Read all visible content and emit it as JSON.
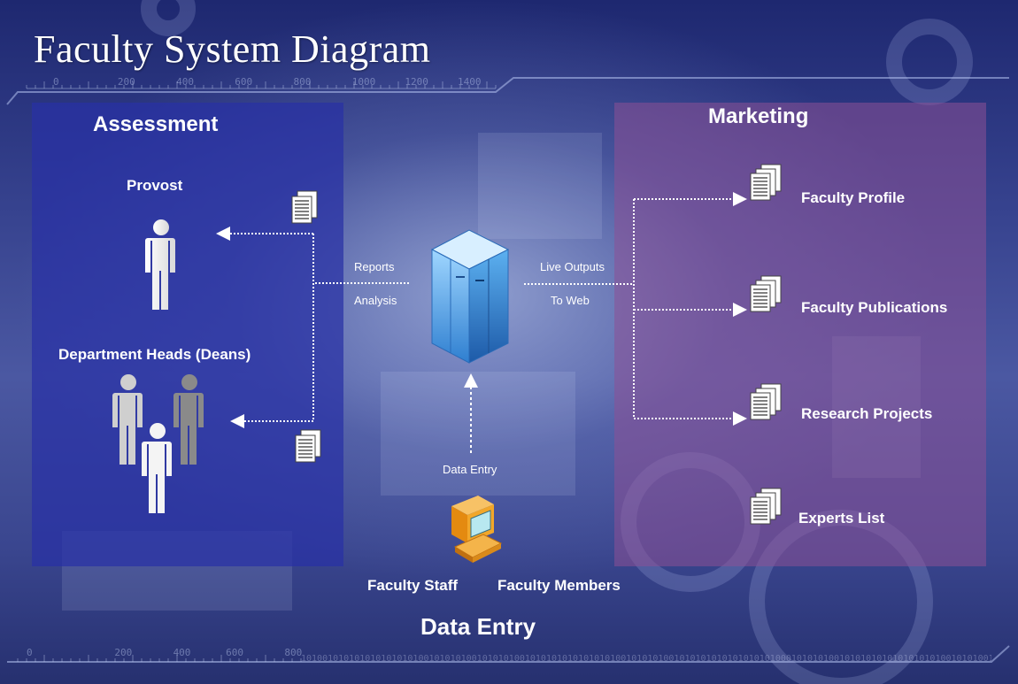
{
  "title": "Faculty System Diagram",
  "assessment": {
    "heading": "Assessment",
    "provost_label": "Provost",
    "dept_heads_label": "Department Heads (Deans)"
  },
  "marketing": {
    "heading": "Marketing",
    "items": [
      "Faculty Profile",
      "Faculty Publications",
      "Research Projects",
      "Experts List"
    ]
  },
  "center": {
    "reports_label": "Reports",
    "analysis_label": "Analysis",
    "live_outputs_label": "Live Outputs",
    "to_web_label": "To Web",
    "data_entry_label": "Data Entry"
  },
  "data_entry": {
    "staff_label": "Faculty Staff",
    "members_label": "Faculty Members",
    "heading": "Data Entry"
  },
  "colors": {
    "background": "#36428e",
    "assessment_panel": "#2830a5",
    "marketing_panel": "#8c5096",
    "server": "#4aa8e8",
    "computer": "#f0a020"
  },
  "icons": {
    "server": "server-icon",
    "computer": "computer-icon",
    "document": "document-stack-icon",
    "person": "person-icon"
  }
}
